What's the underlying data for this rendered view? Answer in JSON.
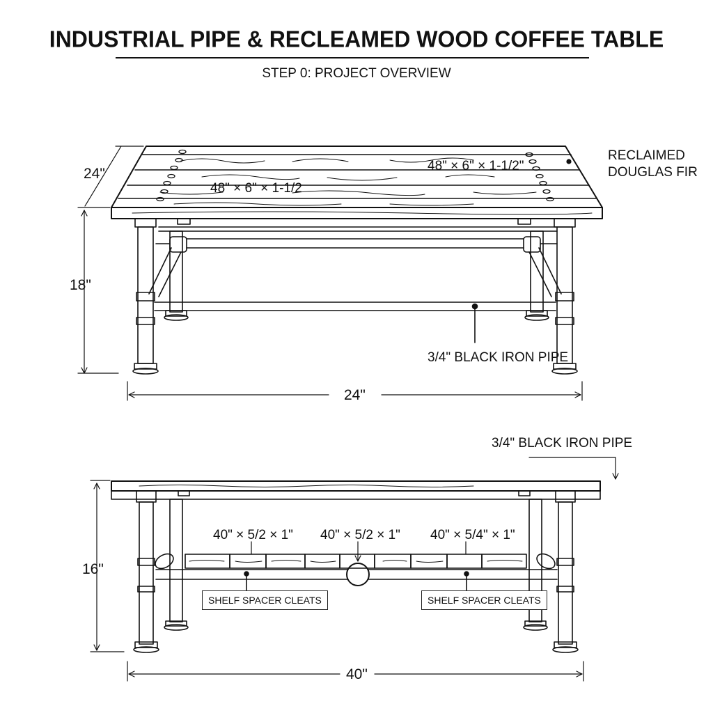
{
  "header": {
    "title": "INDUSTRIAL PIPE & RECLEAMED WOOD COFFEE TABLE",
    "subtitle": "STEP 0: PROJECT OVERVIEW"
  },
  "top_view": {
    "plank_label_right": "48\" × 6\" × 1-1/2\"",
    "plank_label_left": "48\" × 6\" × 1-1/2",
    "material_line1": "RECLAIMED",
    "material_line2": "DOUGLAS FIR",
    "depth_dim": "24\"",
    "height_dim": "18\"",
    "width_dim": "24\"",
    "pipe_label": "3/4\" BLACK IRON PIPE"
  },
  "front_view": {
    "pipe_label": "3/4\" BLACK IRON PIPE",
    "slat_label_1": "40\" × 5/2 × 1\"",
    "slat_label_2": "40\" × 5/2 × 1\"",
    "slat_label_3": "40\" × 5/4\" × 1\"",
    "cleats_left": "SHELF SPACER CLEATS",
    "cleats_right": "SHELF SPACER CLEATS",
    "height_dim": "16\"",
    "width_dim": "40\""
  },
  "colors": {
    "ink": "#111111",
    "paper": "#ffffff"
  }
}
